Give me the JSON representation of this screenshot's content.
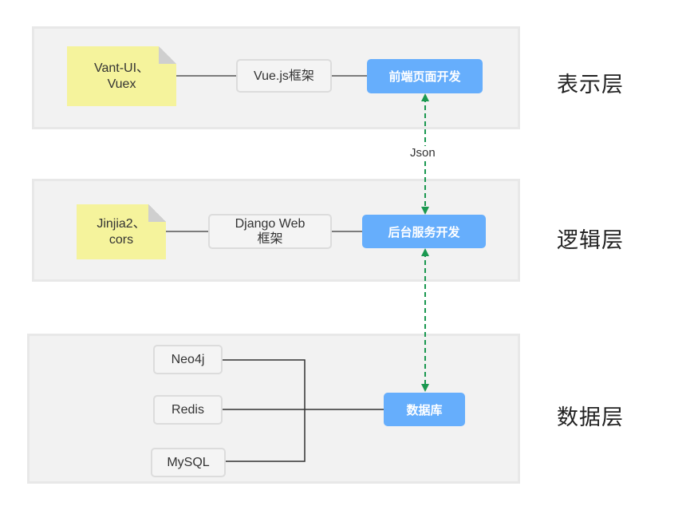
{
  "layers": [
    {
      "label": "表示层",
      "note": "Vant-UI、\nVuex",
      "framework": "Vue.js框架",
      "module": "前端页面开发"
    },
    {
      "label": "逻辑层",
      "note": "Jinjia2、\ncors",
      "framework": "Django Web\n框架",
      "module": "后台服务开发"
    },
    {
      "label": "数据层",
      "databases": [
        "Neo4j",
        "Redis",
        "MySQL"
      ],
      "module": "数据库"
    }
  ],
  "connector_label": "Json",
  "colors": {
    "arrow": "#1a9850",
    "module_fill": "#66aefc",
    "note_fill": "#f5f39c",
    "layer_fill": "#f2f2f2"
  }
}
